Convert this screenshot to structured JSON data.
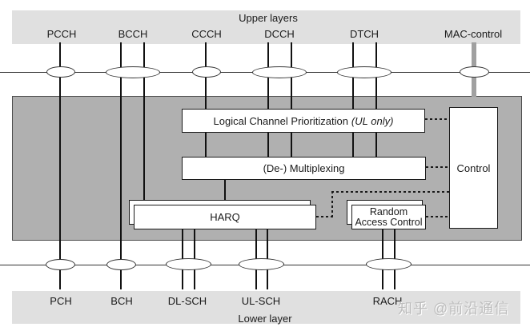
{
  "upper": {
    "band_label": "Upper layers",
    "channels": [
      {
        "label": "PCCH"
      },
      {
        "label": "BCCH"
      },
      {
        "label": "CCCH"
      },
      {
        "label": "DCCH"
      },
      {
        "label": "DTCH"
      },
      {
        "label": "MAC-control"
      }
    ]
  },
  "lower": {
    "band_label": "Lower layer",
    "channels": [
      {
        "label": "PCH"
      },
      {
        "label": "BCH"
      },
      {
        "label": "DL-SCH"
      },
      {
        "label": "UL-SCH"
      },
      {
        "label": "RACH"
      }
    ]
  },
  "mac": {
    "lcp_label": "Logical Channel Prioritization",
    "lcp_label_italic": "(UL only)",
    "mux_label": "(De-) Multiplexing",
    "harq_label": "HARQ",
    "rac_label_line1": "Random",
    "rac_label_line2": "Access Control",
    "control_label": "Control"
  },
  "watermark": "知乎 @前沿通信",
  "colors": {
    "band_bg": "#e0e0e0",
    "mac_box_bg": "#b0b0b0",
    "line": "#111111",
    "thin_line": "#333333",
    "mac_control_line": "#a0a0a0",
    "box_border": "#1a1a1a",
    "text": "#1a1a1a",
    "watermark_text": "#bdbdbd"
  }
}
